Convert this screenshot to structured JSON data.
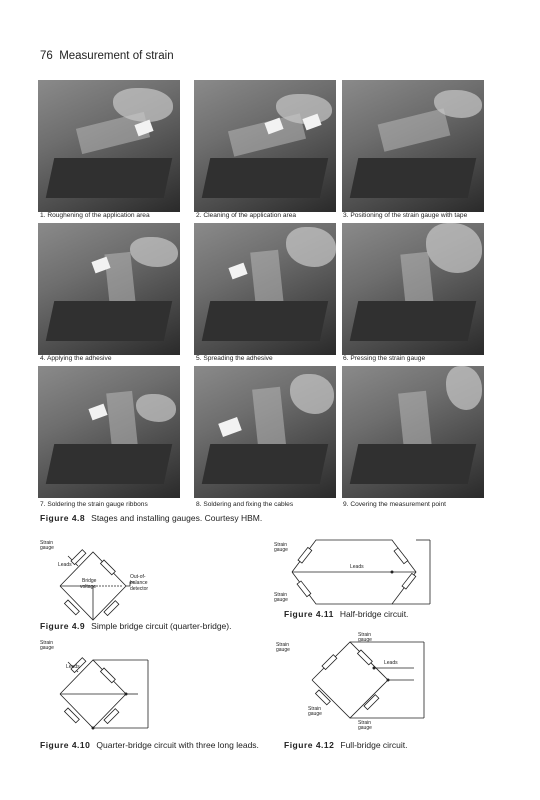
{
  "header": {
    "page_number": "76",
    "running_title": "Measurement of strain"
  },
  "photos": [
    {
      "caption": "1. Roughening of the application area"
    },
    {
      "caption": "2. Cleaning of the application area"
    },
    {
      "caption": "3. Positioning of the strain gauge with tape"
    },
    {
      "caption": "4. Applying the adhesive"
    },
    {
      "caption": "5. Spreading the adhesive"
    },
    {
      "caption": "6. Pressing the strain gauge"
    },
    {
      "caption": "7. Soldering the strain gauge ribbons"
    },
    {
      "caption": "8. Soldering and fixing the cables"
    },
    {
      "caption": "9. Covering the measurement point"
    }
  ],
  "fig48": {
    "number": "Figure 4.8",
    "text": "Stages and installing gauges. Courtesy HBM."
  },
  "fig49": {
    "number": "Figure 4.9",
    "text": "Simple bridge circuit (quarter-bridge).",
    "labels": {
      "strain": "Strain",
      "gauge": "gauge",
      "leads": "Leads",
      "bridge": "Bridge",
      "voltage": "voltage",
      "outof": "Out-of-",
      "balance": "balance",
      "detector": "detector"
    }
  },
  "fig410": {
    "number": "Figure 4.10",
    "text": "Quarter-bridge circuit with three long leads.",
    "labels": {
      "strain": "Strain",
      "gauge": "gauge",
      "leads": "Leads"
    }
  },
  "fig411": {
    "number": "Figure 4.11",
    "text": "Half-bridge circuit.",
    "labels": {
      "strain1": "Strain",
      "gauge1": "gauge",
      "leads": "Leads",
      "strain2": "Strain",
      "gauge2": "gauge"
    }
  },
  "fig412": {
    "number": "Figure 4.12",
    "text": "Full-bridge circuit.",
    "labels": {
      "s1": "Strain",
      "g1": "gauge",
      "s2": "Strain",
      "g2": "gauge",
      "leads": "Leads",
      "s3": "Strain",
      "g3": "gauge",
      "s4": "Strain",
      "g4": "gauge"
    }
  }
}
